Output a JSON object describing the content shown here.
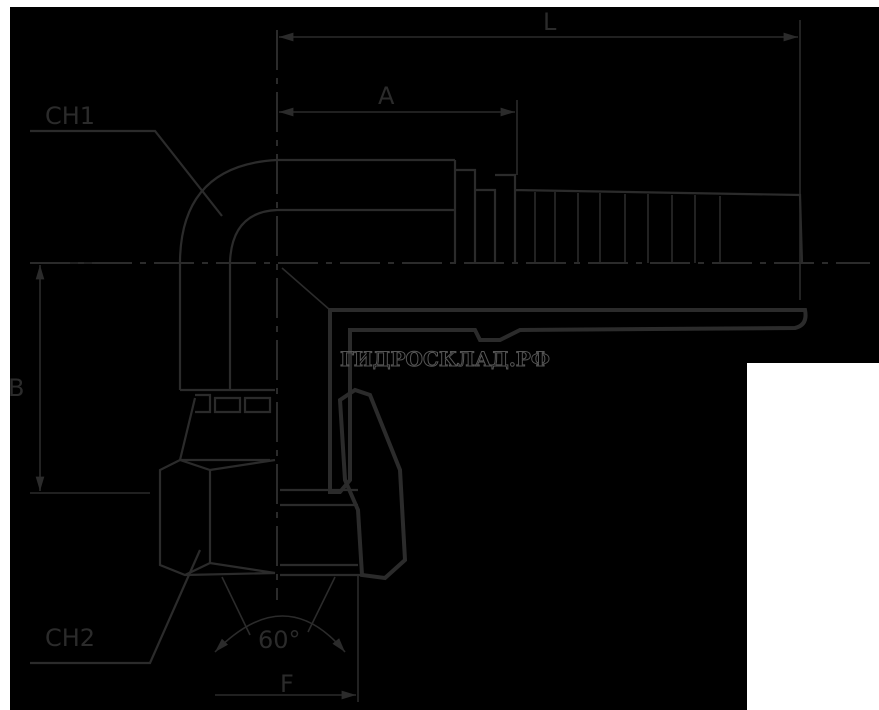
{
  "labels": {
    "ch1": "CH1",
    "ch2": "CH2",
    "length": "L",
    "a": "A",
    "b": "B",
    "f": "F",
    "angle": "60°"
  },
  "watermark": "ГИДРОСКЛАД.РФ",
  "colors": {
    "line": "#2b2b2b",
    "background": "#000000",
    "margin": "#ffffff"
  }
}
